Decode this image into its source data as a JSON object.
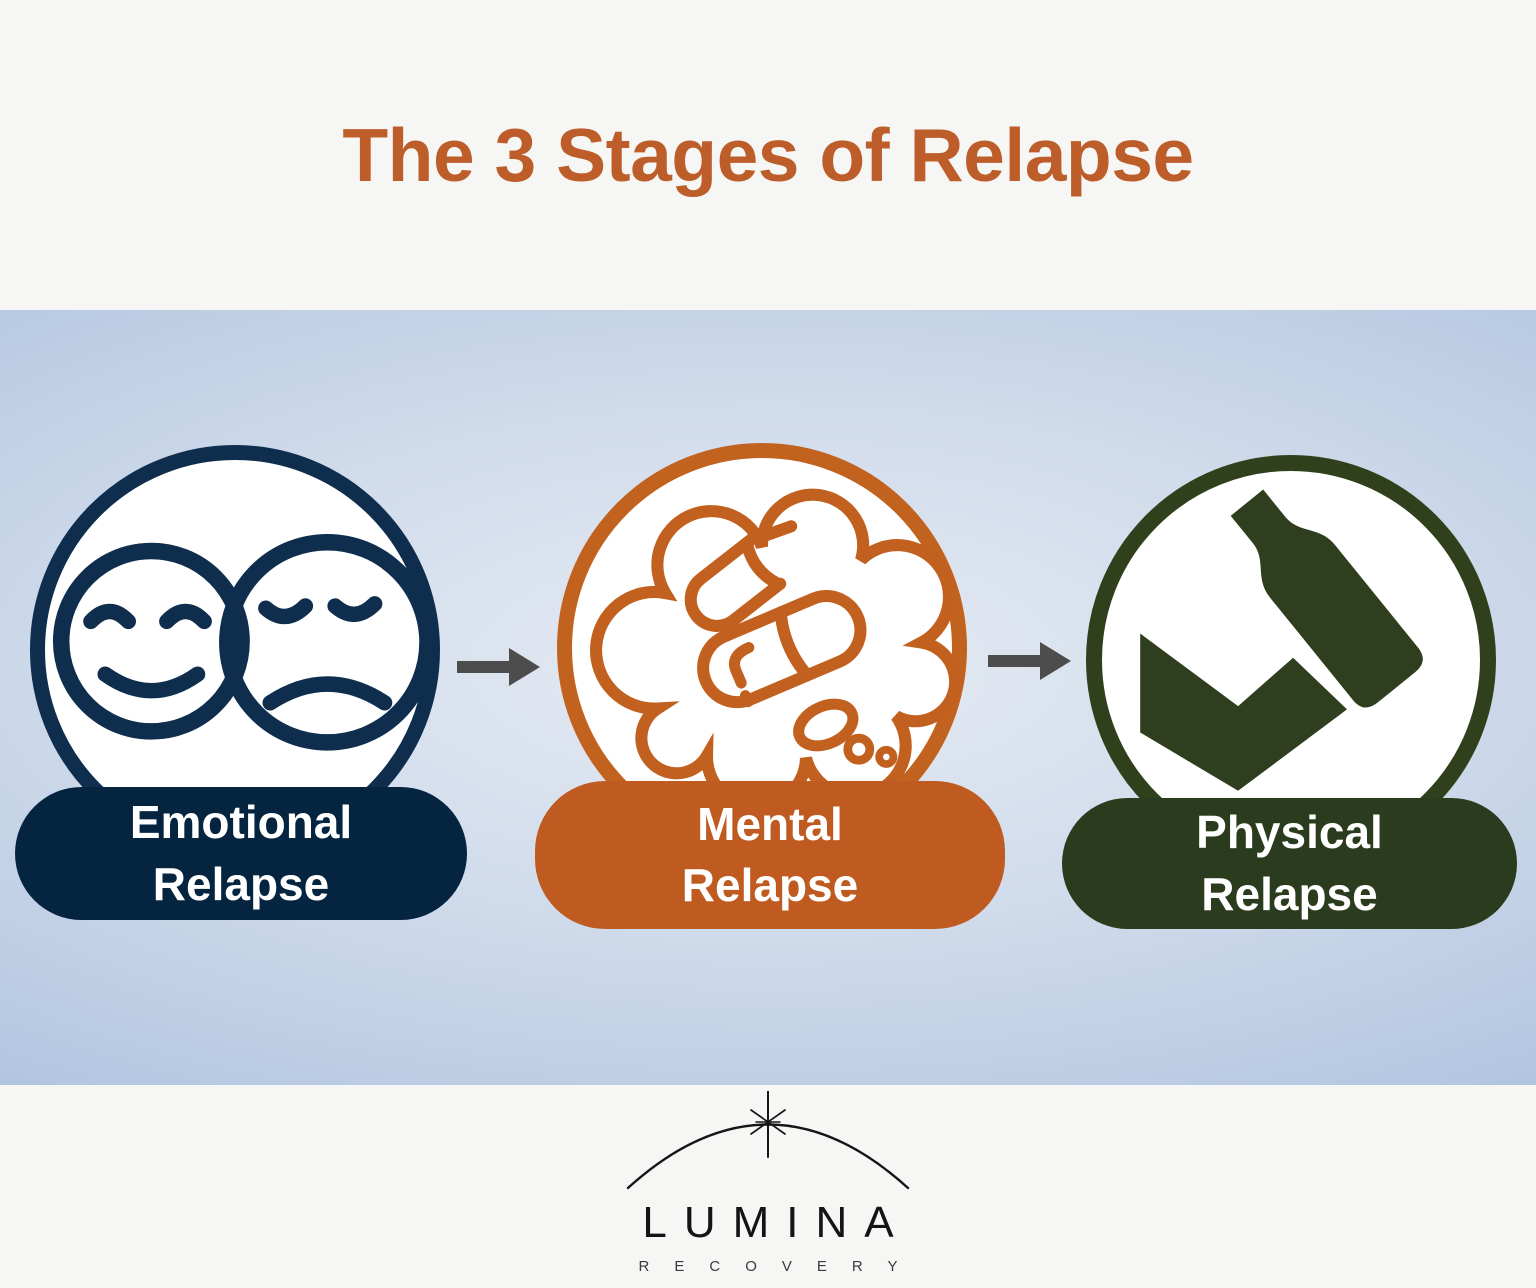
{
  "title": "The 3 Stages of Relapse",
  "stages": [
    {
      "id": "emotional",
      "label_line1": "Emotional",
      "label_line2": "Relapse",
      "icon": "happy-sad-faces",
      "accent_color": "#0f2e4e",
      "pill_color": "#042440"
    },
    {
      "id": "mental",
      "label_line1": "Mental",
      "label_line2": "Relapse",
      "icon": "pills-thought-bubble",
      "accent_color": "#c2621f",
      "pill_color": "#bf5b21"
    },
    {
      "id": "physical",
      "label_line1": "Physical",
      "label_line2": "Relapse",
      "icon": "bottle-and-hand",
      "accent_color": "#30401c",
      "pill_color": "#2b3b1d"
    }
  ],
  "colors": {
    "title_text": "#bc5d2a",
    "arrow": "#4d4d4d",
    "band_center": "#e6ebf3",
    "band_edge": "#a4bddc",
    "page_background": "#f6f6f5"
  },
  "footer": {
    "brand": "LUMINA",
    "tagline": "RECOVERY"
  }
}
